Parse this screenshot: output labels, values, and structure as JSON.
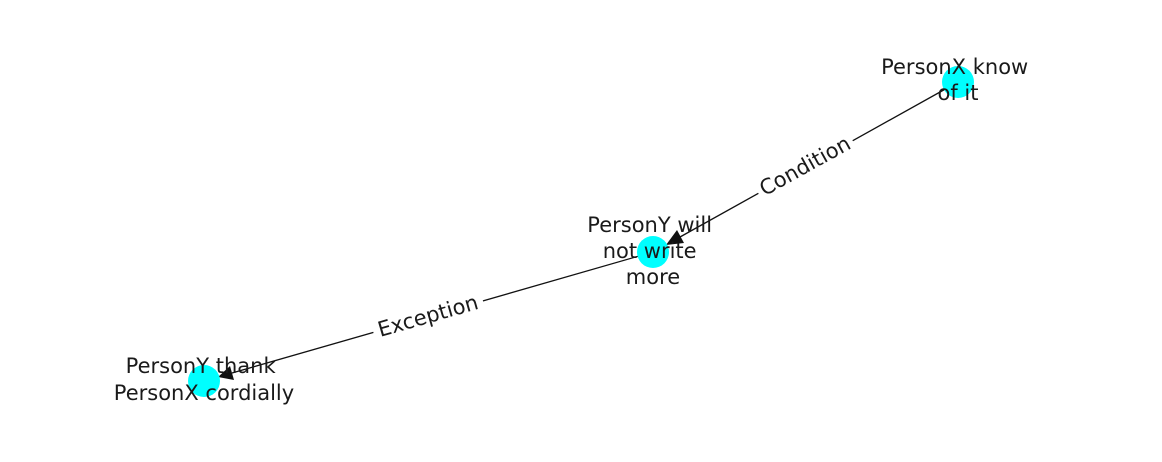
{
  "graph": {
    "nodes": [
      {
        "id": "n1",
        "label_lines": [
          "PersonX know",
          "of it"
        ]
      },
      {
        "id": "n2",
        "label_lines": [
          "PersonY will",
          "not write",
          "more"
        ]
      },
      {
        "id": "n3",
        "label_lines": [
          "PersonY thank",
          "PersonX cordially"
        ]
      }
    ],
    "edges": [
      {
        "from": "n1",
        "to": "n2",
        "label": "Condition"
      },
      {
        "from": "n2",
        "to": "n3",
        "label": "Exception"
      }
    ],
    "colors": {
      "node_fill": "#00ffff",
      "edge": "#111111",
      "text": "#1a1a1a"
    }
  }
}
